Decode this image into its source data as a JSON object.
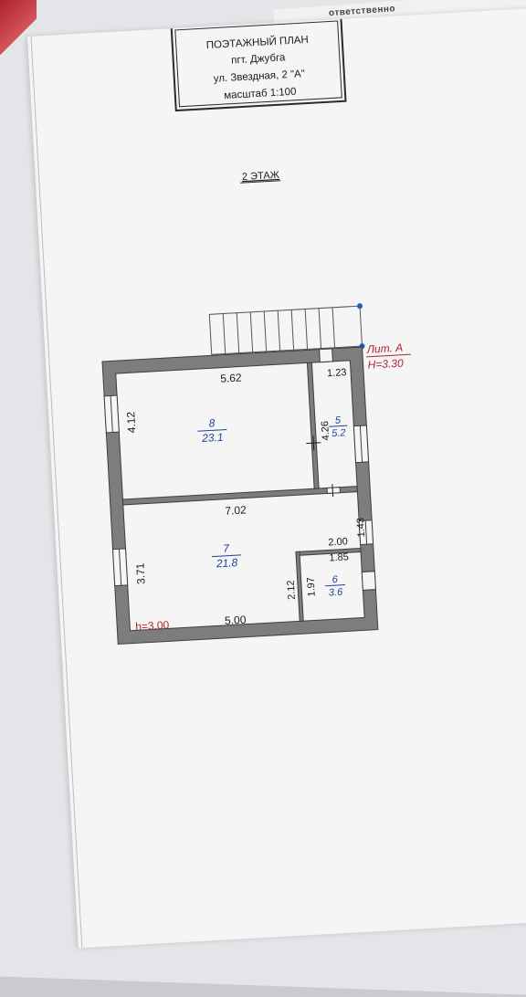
{
  "header_strip": {
    "text": "ответственно"
  },
  "title_box": {
    "line1": "ПОЭТАЖНЫЙ ПЛАН",
    "line2": "пгт. Джубга",
    "line3": "ул. Звездная, 2 \"А\"",
    "line4": "масштаб 1:100"
  },
  "floor_label": "2 ЭТАЖ",
  "lit": {
    "name": "Лит. А",
    "height": "H=3.30"
  },
  "height_mark": "h=3.00",
  "dimensions": {
    "top": "5.62",
    "right_top": "1.23",
    "left_upper": "4.12",
    "mid_vertical": "4.26",
    "middle": "7.02",
    "small_room_width": "2.00",
    "small_room_inner": "1.85",
    "right_vertical": "1.43",
    "left_lower": "3.71",
    "bottom": "5.00",
    "small_room_height": "2.12",
    "small_room_inner_h": "1.97"
  },
  "rooms": [
    {
      "number": "8",
      "area": "23.1"
    },
    {
      "number": "5",
      "area": "5.2"
    },
    {
      "number": "7",
      "area": "21.8"
    },
    {
      "number": "6",
      "area": "3.6"
    }
  ],
  "colors": {
    "wall": "#7d7d80",
    "blue": "#1e3f9a",
    "red": "#b0232e",
    "text": "#1a1a1a"
  }
}
